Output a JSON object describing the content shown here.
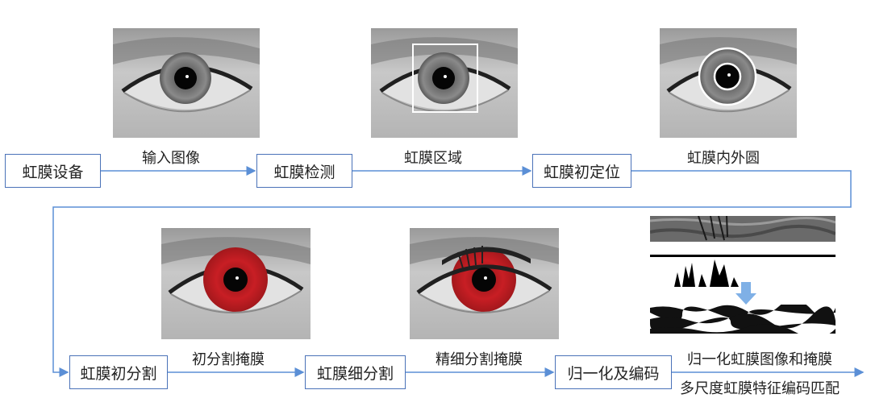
{
  "boxes": {
    "device": "虹膜设备",
    "detect": "虹膜检测",
    "locate": "虹膜初定位",
    "coarse_seg": "虹膜初分割",
    "fine_seg": "虹膜细分割",
    "normalize": "归一化及编码"
  },
  "captions": {
    "input_image": "输入图像",
    "iris_region": "虹膜区域",
    "inner_outer_circle": "虹膜内外圆",
    "coarse_mask": "初分割掩膜",
    "fine_mask": "精细分割掩膜",
    "normalized_line1": "归一化虹膜图像和掩膜",
    "normalized_line2": "多尺度虹膜特征编码匹配"
  },
  "colors": {
    "box_border": "#4a72b8",
    "arrow": "#5b8fd6",
    "mask_red": "#d31f25",
    "down_arrow": "#7fb0e6"
  }
}
